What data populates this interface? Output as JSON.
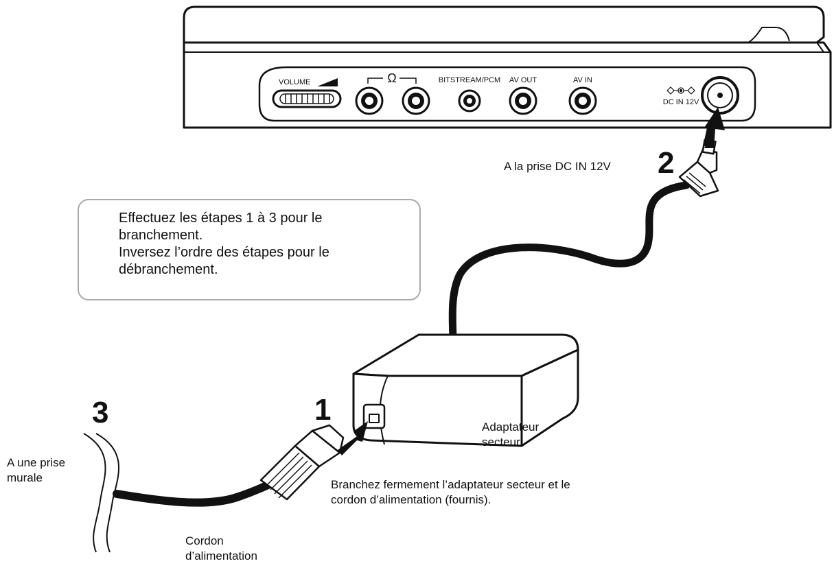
{
  "device": {
    "jacks": {
      "volume": "VOLUME",
      "headphone": "Ω",
      "bitstream": "BITSTREAM/PCM",
      "av_out": "AV OUT",
      "av_in": "AV IN",
      "dc_in": "DC IN 12V"
    }
  },
  "steps": {
    "step1": "1",
    "step2": "2",
    "step3": "3"
  },
  "labels": {
    "dc_jack": "A la prise DC IN 12V",
    "adapter": "Adaptateur secteur",
    "wall": "A une prise murale",
    "cord": "Cordon d’alimentation",
    "connect_note": "Branchez fermement l’adaptateur secteur et le cordon d’alimentation (fournis)."
  },
  "note": {
    "line1": "Effectuez les étapes 1 à 3 pour le branchement.",
    "line2": "Inversez l’ordre des étapes pour le débranchement."
  }
}
